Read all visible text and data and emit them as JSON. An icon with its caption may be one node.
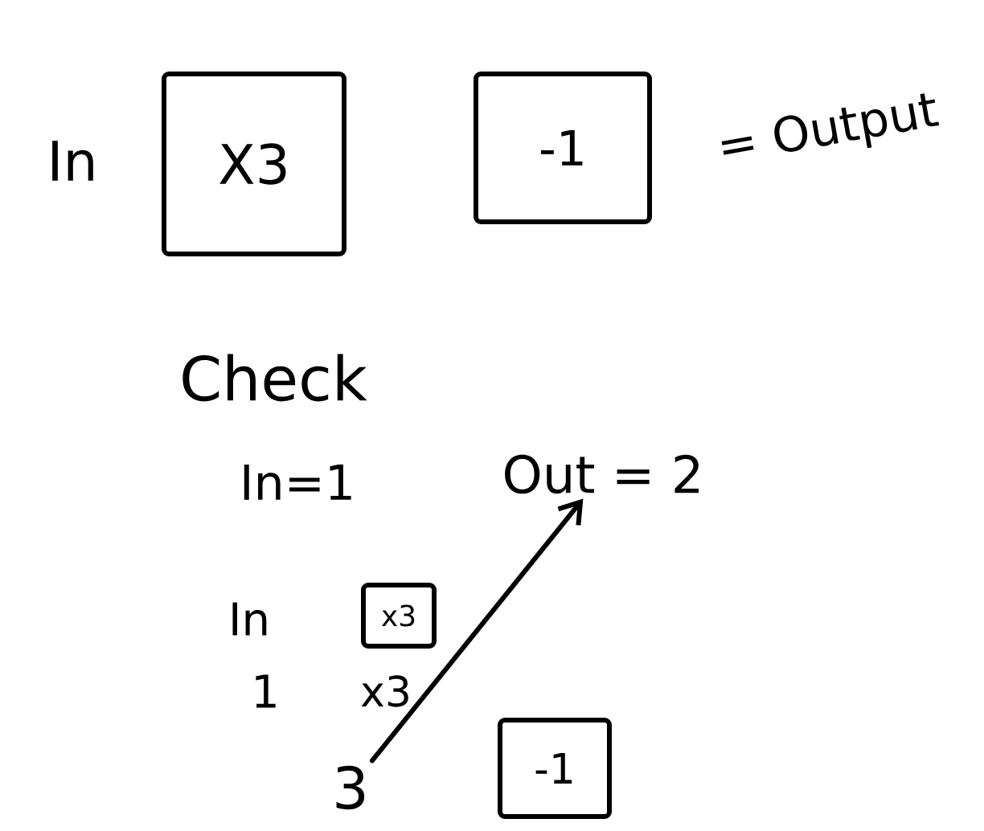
{
  "diagram": {
    "nodes": [
      {
        "text": [
          "X3"
        ]
      },
      {
        "text": [
          "-1"
        ]
      },
      {
        "text": [
          "Out = 2"
        ]
      },
      {
        "text": [
          "x3"
        ]
      },
      {
        "text": [
          "3"
        ]
      },
      {
        "text": [
          "-1"
        ]
      }
    ],
    "edges": [
      {
        "from": 4,
        "to": 2,
        "arrow": "to"
      }
    ],
    "labels": [
      "In",
      "= Output",
      "Check",
      "In=1",
      "In",
      "1",
      "x3"
    ]
  }
}
